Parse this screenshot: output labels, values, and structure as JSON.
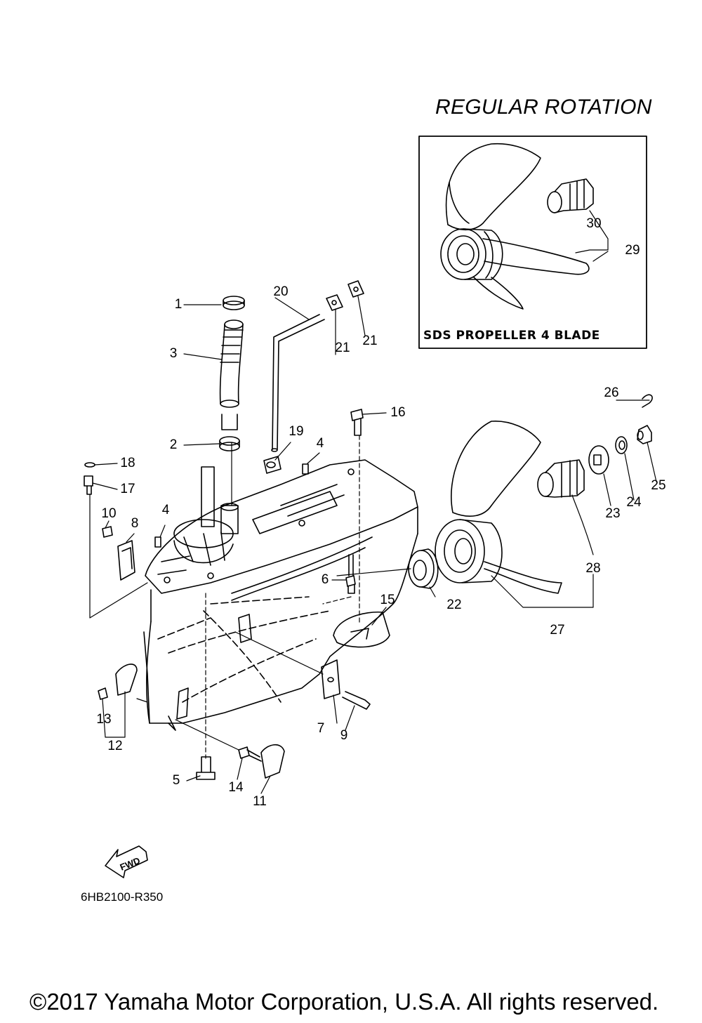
{
  "header": {
    "rotation_title": "REGULAR ROTATION"
  },
  "inset": {
    "label": "SDS PROPELLER 4 BLADE"
  },
  "fwd_marker": {
    "text": "FWD"
  },
  "diagram_code": "6HB2100-R350",
  "copyright": "©2017 Yamaha Motor Corporation, U.S.A. All rights reserved.",
  "part_numbers": [
    "1",
    "2",
    "3",
    "4",
    "4",
    "5",
    "6",
    "7",
    "8",
    "9",
    "10",
    "11",
    "12",
    "13",
    "14",
    "15",
    "16",
    "17",
    "18",
    "19",
    "20",
    "21",
    "21",
    "22",
    "23",
    "24",
    "25",
    "26",
    "27",
    "28",
    "29",
    "30"
  ]
}
